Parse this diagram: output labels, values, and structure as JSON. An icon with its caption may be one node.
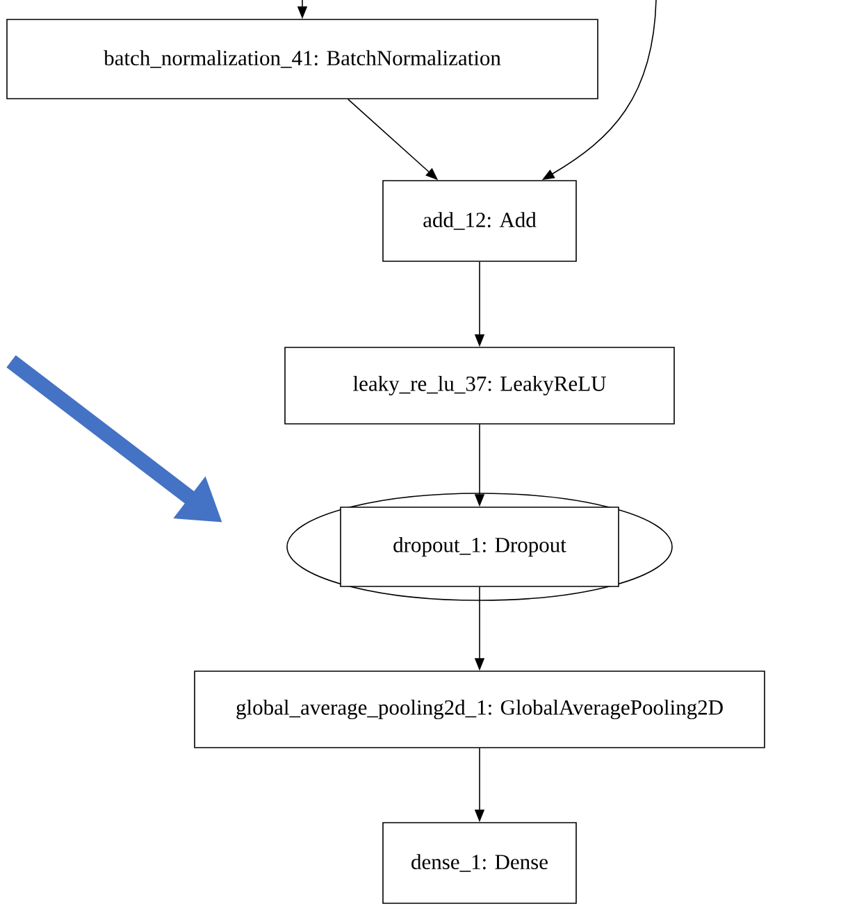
{
  "diagram": {
    "nodes": [
      {
        "text": [
          "batch_normalization_41: BatchNormalization"
        ]
      },
      {
        "text": [
          "add_12: Add"
        ]
      },
      {
        "text": [
          "leaky_re_lu_37: LeakyReLU"
        ]
      },
      {
        "text": [
          "dropout_1: Dropout"
        ]
      },
      {
        "text": [
          "global_average_pooling2d_1: GlobalAveragePooling2D"
        ]
      },
      {
        "text": [
          "dense_1: Dense"
        ]
      }
    ],
    "edges": [
      {
        "from": null,
        "to": 0,
        "arrow": "to"
      },
      {
        "from": null,
        "to": 1,
        "arrow": "to"
      },
      {
        "from": 0,
        "to": 1,
        "arrow": "to"
      },
      {
        "from": 1,
        "to": 2,
        "arrow": "to"
      },
      {
        "from": 2,
        "to": 3,
        "arrow": "to"
      },
      {
        "from": 3,
        "to": 4,
        "arrow": "to"
      },
      {
        "from": 4,
        "to": 5,
        "arrow": "to"
      }
    ]
  }
}
